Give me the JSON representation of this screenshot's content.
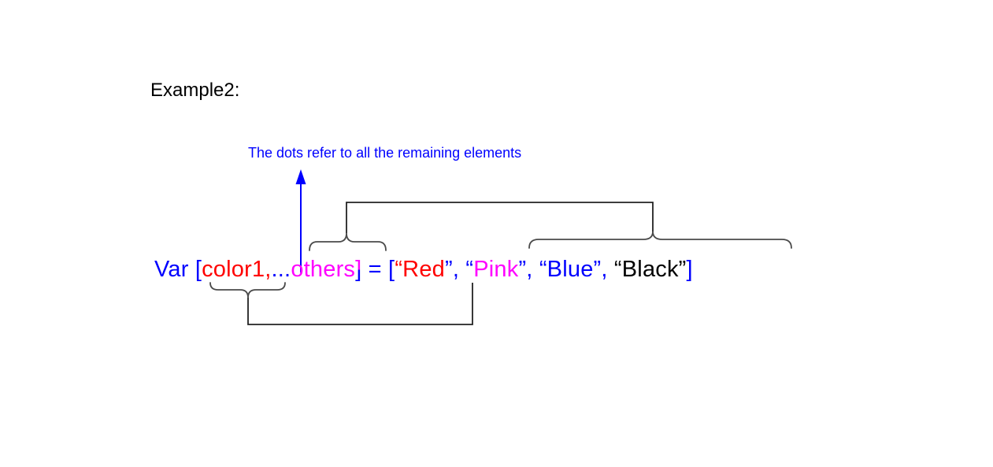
{
  "heading": {
    "text": "Example2:"
  },
  "annotation": {
    "text": "The dots refer to all the remaining elements",
    "color": "#0000ff"
  },
  "code_line": {
    "full_text": "Var [color1,...others] = [“Red”, “Pink”, “Blue”, “Black”]",
    "tokens": [
      {
        "text": "Var [",
        "color": "#0000ff"
      },
      {
        "text": "color1,",
        "color": "#ff0000"
      },
      {
        "text": "...",
        "color": "#0000ff"
      },
      {
        "text": "others",
        "color": "#ff00ff"
      },
      {
        "text": "]",
        "style": "two-tone",
        "color": "#ff00ff"
      },
      {
        "text": " = [",
        "color": "#0000ff"
      },
      {
        "text": "“Red",
        "color": "#ff0000"
      },
      {
        "text": "”, ",
        "color": "#0000ff"
      },
      {
        "text": "“",
        "color": "#0000ff"
      },
      {
        "text": "Pink",
        "color": "#ff00ff"
      },
      {
        "text": "”, ",
        "color": "#0000ff"
      },
      {
        "text": "“Blue”, ",
        "color": "#0000ff"
      },
      {
        "text": "“Black”",
        "color": "#000000"
      },
      {
        "text": "]",
        "color": "#0000ff"
      }
    ]
  },
  "connectors": {
    "others_to_rest": {
      "from": "...others",
      "to": "“Pink”, “Blue”, “Black”"
    },
    "color1_to_first": {
      "from": "color1",
      "to": "“Red”"
    },
    "arrow": {
      "from": "dots",
      "to": "annotation-text"
    }
  },
  "colors": {
    "blue": "#0000ff",
    "red": "#ff0000",
    "magenta": "#ff00ff",
    "black": "#000000",
    "brace_gray": "#4a4a4a",
    "line_dark": "#222222"
  }
}
